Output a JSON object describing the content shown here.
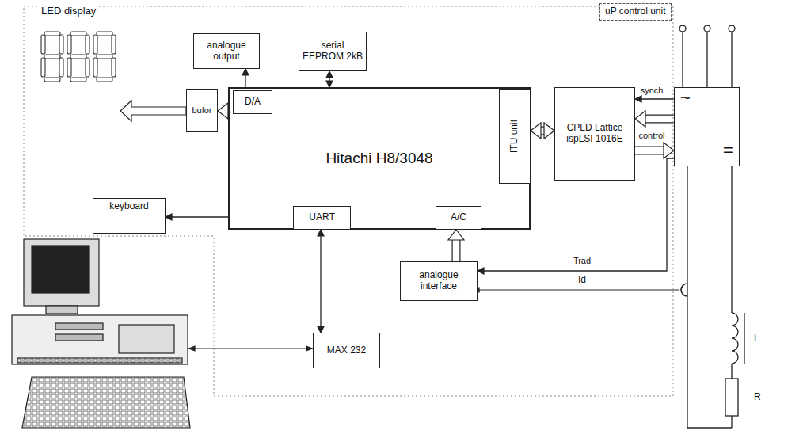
{
  "diagram": {
    "nodes": [
      {
        "text": [
          "uP control unit"
        ]
      },
      {
        "text": [
          "analogue output"
        ],
        "in": 0
      },
      {
        "text": [
          "serial EEPROM 2kB"
        ],
        "in": 0
      },
      {
        "text": [
          "bufor"
        ],
        "in": 0
      },
      {
        "text": [
          "Hitachi H8/3048"
        ],
        "in": 0
      },
      {
        "text": [
          "D/A"
        ],
        "in": 4
      },
      {
        "text": [
          "ITU unit"
        ],
        "in": 4
      },
      {
        "text": [
          "UART"
        ],
        "in": 4
      },
      {
        "text": [
          "A/C"
        ],
        "in": 4
      },
      {
        "text": [
          "CPLD Lattice ispLSI 1016E"
        ],
        "in": 0
      },
      {
        "text": [
          "keyboard"
        ],
        "in": 0
      },
      {
        "text": [
          "analogue interface"
        ],
        "in": 0
      },
      {
        "text": [
          "MAX 232"
        ],
        "in": 0
      },
      {
        "text": [
          "~",
          "="
        ]
      }
    ],
    "edges": [
      {
        "from": 5,
        "to": 1,
        "arrow": "to"
      },
      {
        "from": 2,
        "to": 4,
        "arrow": "both"
      },
      {
        "from": 4,
        "to": 3,
        "arrow": "to"
      },
      {
        "from": 4,
        "to": 10,
        "arrow": "to"
      },
      {
        "from": 6,
        "to": 9,
        "arrow": "both"
      },
      {
        "from": 13,
        "to": 9,
        "label": "synch",
        "arrow": "to"
      },
      {
        "from": 13,
        "to": 9,
        "arrow": "to"
      },
      {
        "from": 9,
        "to": 13,
        "label": "control",
        "arrow": "to"
      },
      {
        "from": 11,
        "to": 8,
        "arrow": "to"
      },
      {
        "from": 7,
        "to": 12,
        "arrow": "both"
      },
      {
        "from": 13,
        "to": 11,
        "label": "Trad",
        "arrow": "to"
      }
    ],
    "labels": [
      "LED display",
      "L",
      "R",
      "Id"
    ]
  }
}
